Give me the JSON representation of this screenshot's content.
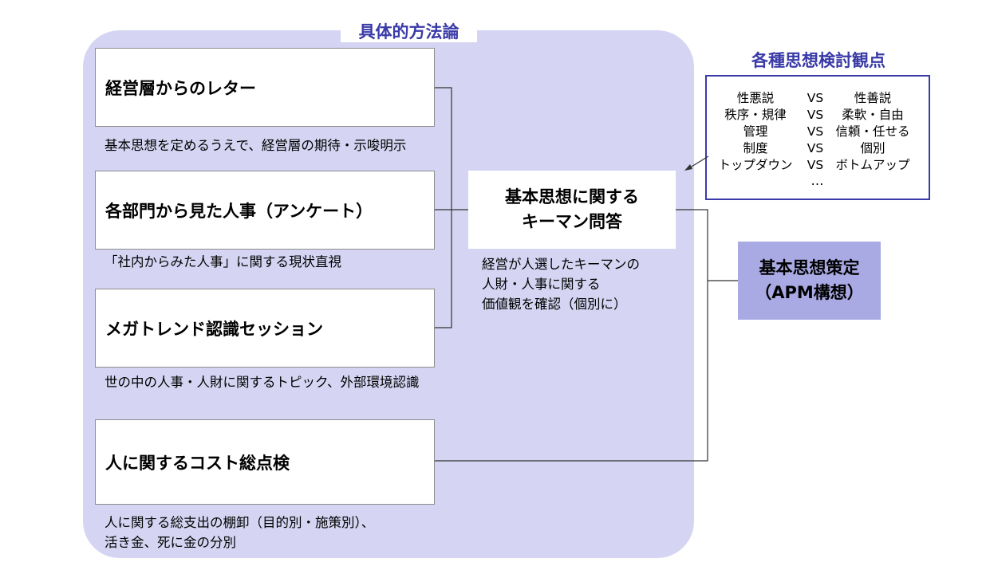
{
  "panel": {
    "title": "具体的方法論"
  },
  "methods": [
    {
      "title": "経営層からのレター",
      "desc": [
        "基本思想を定めるうえで、経営層の期待・示唆明示"
      ]
    },
    {
      "title": "各部門から見た人事（アンケート）",
      "desc": [
        "「社内からみた人事」に関する現状直視"
      ]
    },
    {
      "title": "メガトレンド認識セッション",
      "desc": [
        "世の中の人事・人財に関するトピック、外部環境認識"
      ]
    },
    {
      "title": "人に関するコスト総点検",
      "desc": [
        "人に関する総支出の棚卸（目的別・施策別）、",
        "活き金、死に金の分別"
      ]
    }
  ],
  "center": {
    "title_lines": [
      "基本思想に関する",
      "キーマン問答"
    ],
    "desc_lines": [
      "経営が人選したキーマンの",
      "人財・人事に関する",
      "価値観を確認（個別に）"
    ]
  },
  "perspectives": {
    "title": "各種思想検討観点",
    "rows": [
      {
        "left": "性悪説",
        "vs": "VS",
        "right": "性善説"
      },
      {
        "left": "秩序・規律",
        "vs": "VS",
        "right": "柔軟・自由"
      },
      {
        "left": "管理",
        "vs": "VS",
        "right": "信頼・任せる"
      },
      {
        "left": "制度",
        "vs": "VS",
        "right": "個別"
      },
      {
        "left": "トップダウン",
        "vs": "VS",
        "right": "ボトムアップ"
      }
    ],
    "more": "…"
  },
  "result": {
    "title_lines": [
      "基本思想策定",
      "（APM構想）"
    ]
  },
  "colors": {
    "panel_bg": "#d5d5f3",
    "accent": "#3a3aa8",
    "result_bg": "#a9a9e4"
  }
}
